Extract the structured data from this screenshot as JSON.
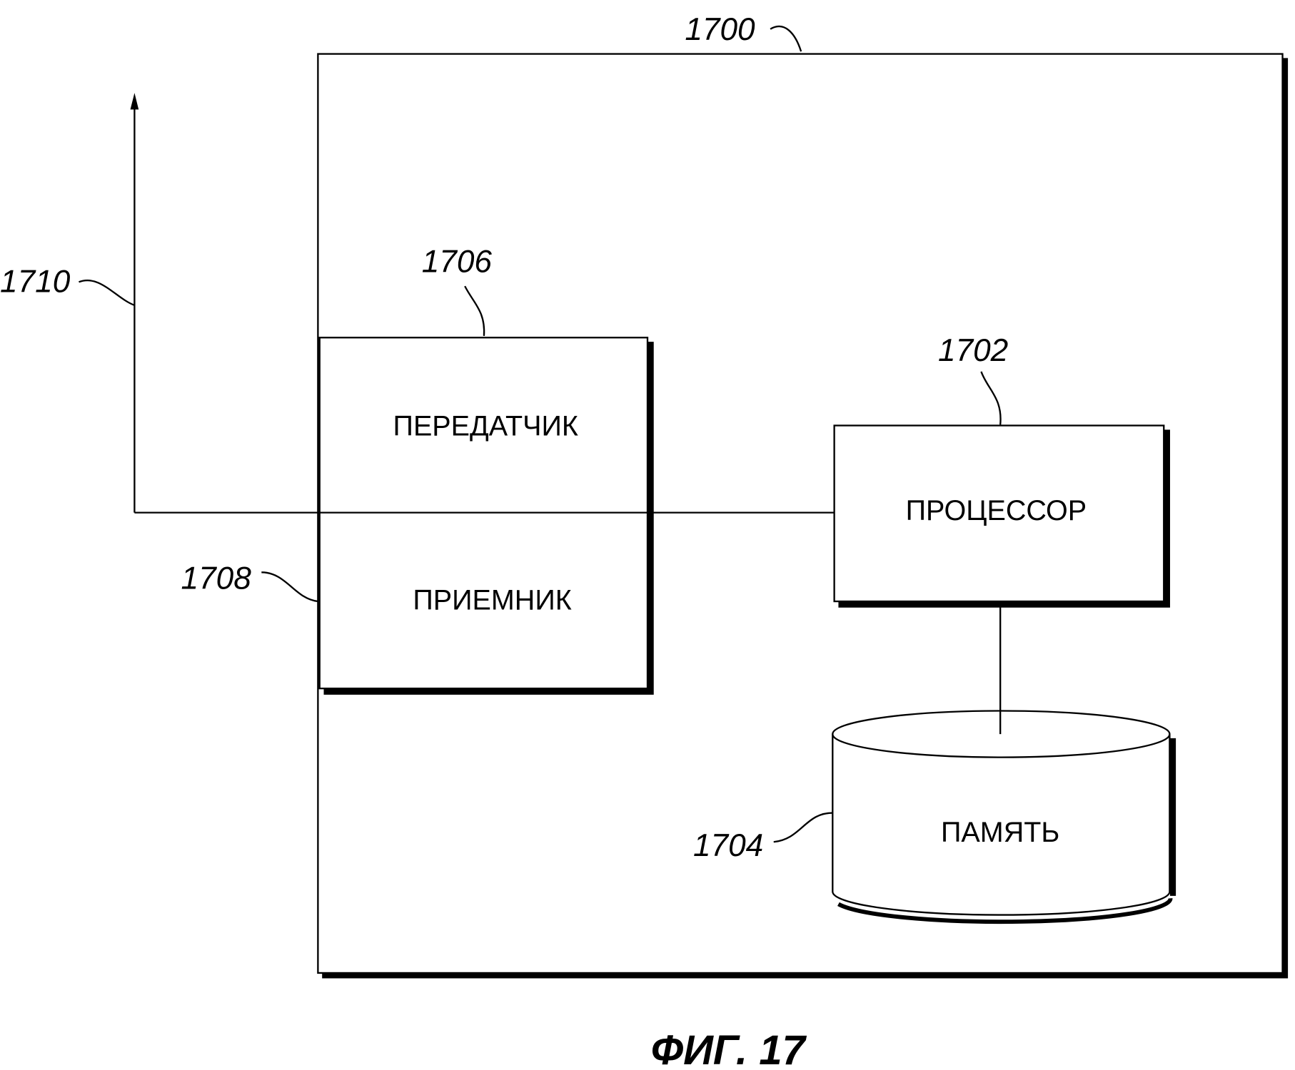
{
  "diagram": {
    "device": {
      "ref": "1700"
    },
    "processor": {
      "label": "ПРОЦЕССОР",
      "ref": "1702"
    },
    "memory": {
      "label": "ПАМЯТЬ",
      "ref": "1704"
    },
    "transceiver": {
      "ref": "1706",
      "transmitter_label": "ПЕРЕДАТЧИК",
      "receiver_label": "ПРИЕМНИК",
      "receiver_ref": "1708"
    },
    "antenna": {
      "ref": "1710"
    },
    "caption": "ФИГ. 17"
  }
}
